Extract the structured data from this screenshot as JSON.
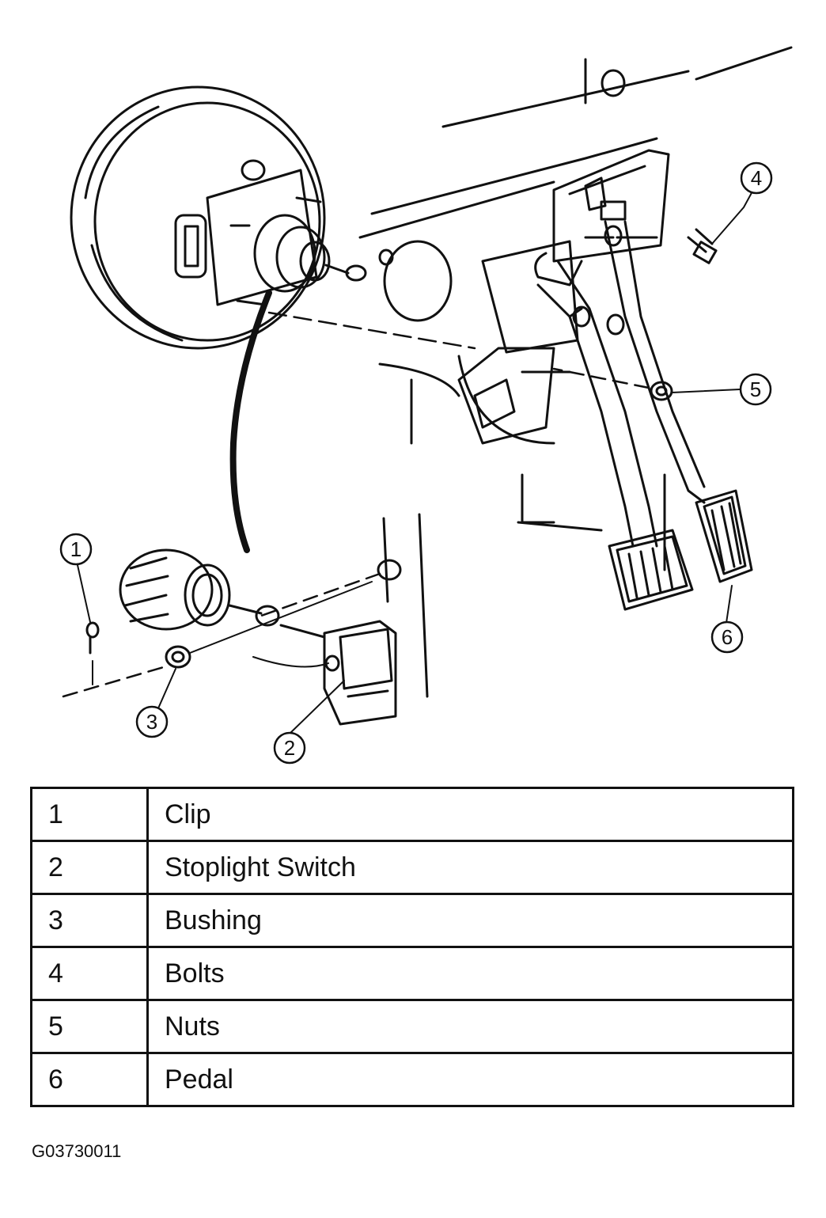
{
  "callouts": [
    {
      "number": "1",
      "name": "clip"
    },
    {
      "number": "2",
      "name": "stoplight-switch"
    },
    {
      "number": "3",
      "name": "bushing"
    },
    {
      "number": "4",
      "name": "bolts"
    },
    {
      "number": "5",
      "name": "nuts"
    },
    {
      "number": "6",
      "name": "pedal"
    }
  ],
  "legend": {
    "rows": [
      {
        "number": "1",
        "label": "Clip"
      },
      {
        "number": "2",
        "label": "Stoplight Switch"
      },
      {
        "number": "3",
        "label": "Bushing"
      },
      {
        "number": "4",
        "label": "Bolts"
      },
      {
        "number": "5",
        "label": "Nuts"
      },
      {
        "number": "6",
        "label": "Pedal"
      }
    ]
  },
  "figure_id": "G03730011"
}
